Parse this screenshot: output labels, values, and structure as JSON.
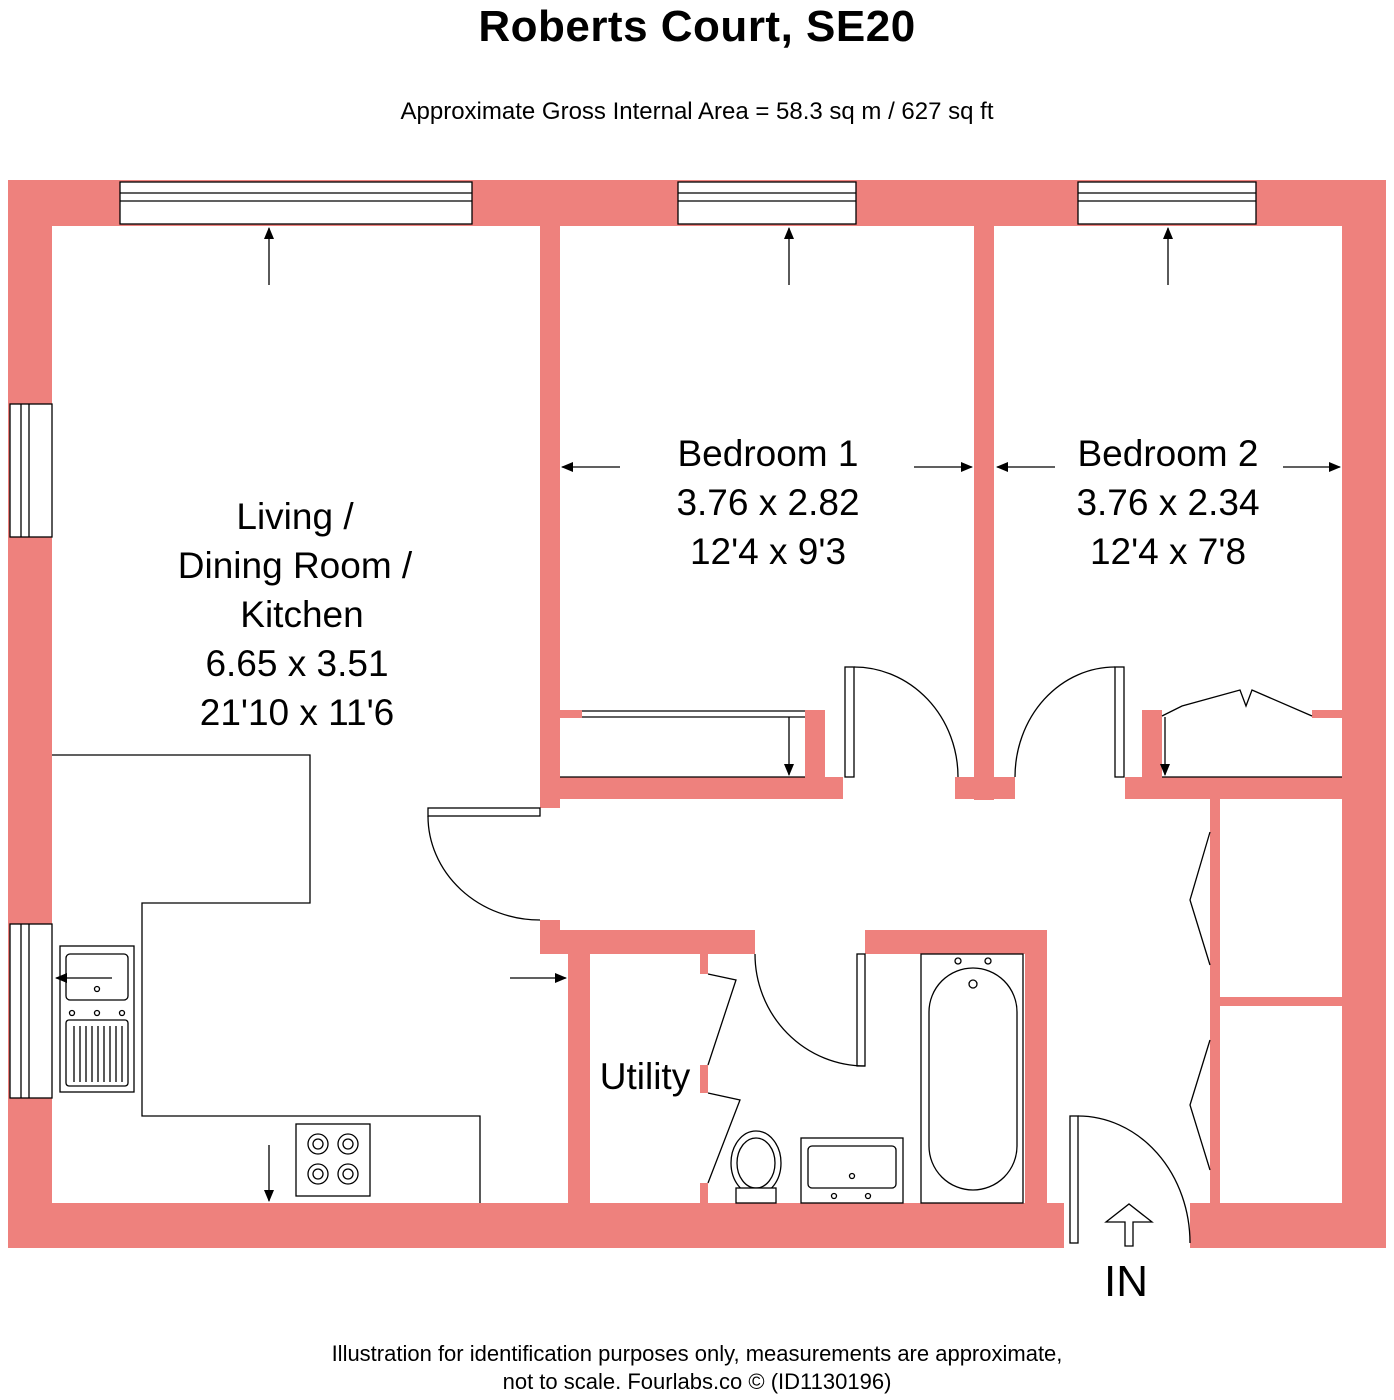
{
  "title": "Roberts Court, SE20",
  "subtitle": "Approximate Gross Internal Area = 58.3 sq m / 627 sq ft",
  "colors": {
    "wall": "#ee817d",
    "line": "#000000",
    "background": "#ffffff"
  },
  "rooms": {
    "living": {
      "line1": "Living /",
      "line2": "Dining Room /",
      "line3": "Kitchen",
      "metric": "6.65 x 3.51",
      "imperial": "21'10 x 11'6"
    },
    "bedroom1": {
      "name": "Bedroom 1",
      "metric": "3.76 x 2.82",
      "imperial": "12'4 x 9'3"
    },
    "bedroom2": {
      "name": "Bedroom 2",
      "metric": "3.76 x 2.34",
      "imperial": "12'4 x 7'8"
    },
    "utility": {
      "name": "Utility"
    }
  },
  "entrance": {
    "label": "IN"
  },
  "footer": {
    "line1": "Illustration for identification purposes only, measurements are approximate,",
    "line2": "not to scale. Fourlabs.co © (ID1130196)"
  }
}
